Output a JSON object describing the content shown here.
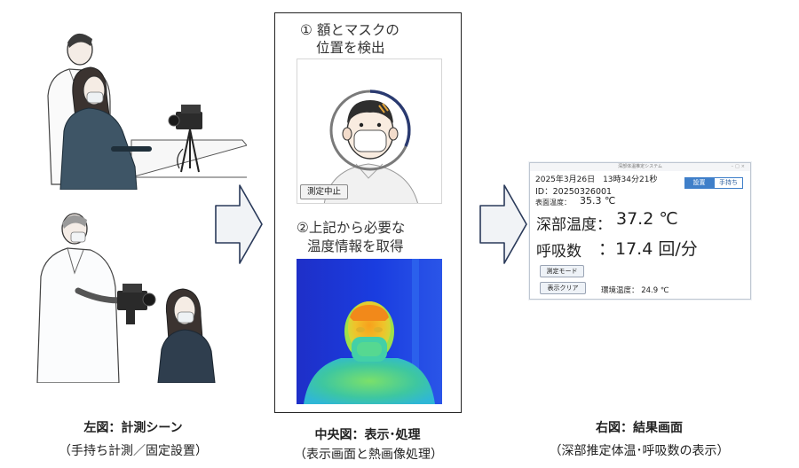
{
  "center": {
    "step1_line1": "① 額とマスクの",
    "step1_line2": "位置を検出",
    "stop_button": "測定中止",
    "step2_line1": "②上記から必要な",
    "step2_line2": "温度情報を取得"
  },
  "result": {
    "window_title": "深部体温推定システム",
    "datetime": "2025年3月26日　13時34分21秒",
    "id": "ID：20250326001",
    "seg_fixed": "設置",
    "seg_handheld": "手持ち",
    "surface_label": "表面温度：",
    "surface_value": "35.3 ℃",
    "deep_label": "深部温度：",
    "deep_value": "37.2 ℃",
    "resp_label": "呼吸数",
    "resp_value": "：17.4 回/分",
    "mode_button": "測定モード",
    "clear_button": "表示クリア",
    "ambient": "環境温度：  24.9 ℃"
  },
  "captions": {
    "left_title": "左図：計測シーン",
    "left_sub": "（手持ち計測／固定設置）",
    "center_title": "中央図：表示･処理",
    "center_sub": "（表示画面と熱画像処理）",
    "right_title": "右図：結果画面",
    "right_sub": "（深部推定体温･呼吸数の表示）"
  },
  "colors": {
    "accent": "#3f7fc9",
    "arrow_fill": "#f1f3f6",
    "arrow_stroke": "#2a3a5a",
    "thermal_bg": "#1d2ec8",
    "thermal_hot": "#f28a1d"
  }
}
